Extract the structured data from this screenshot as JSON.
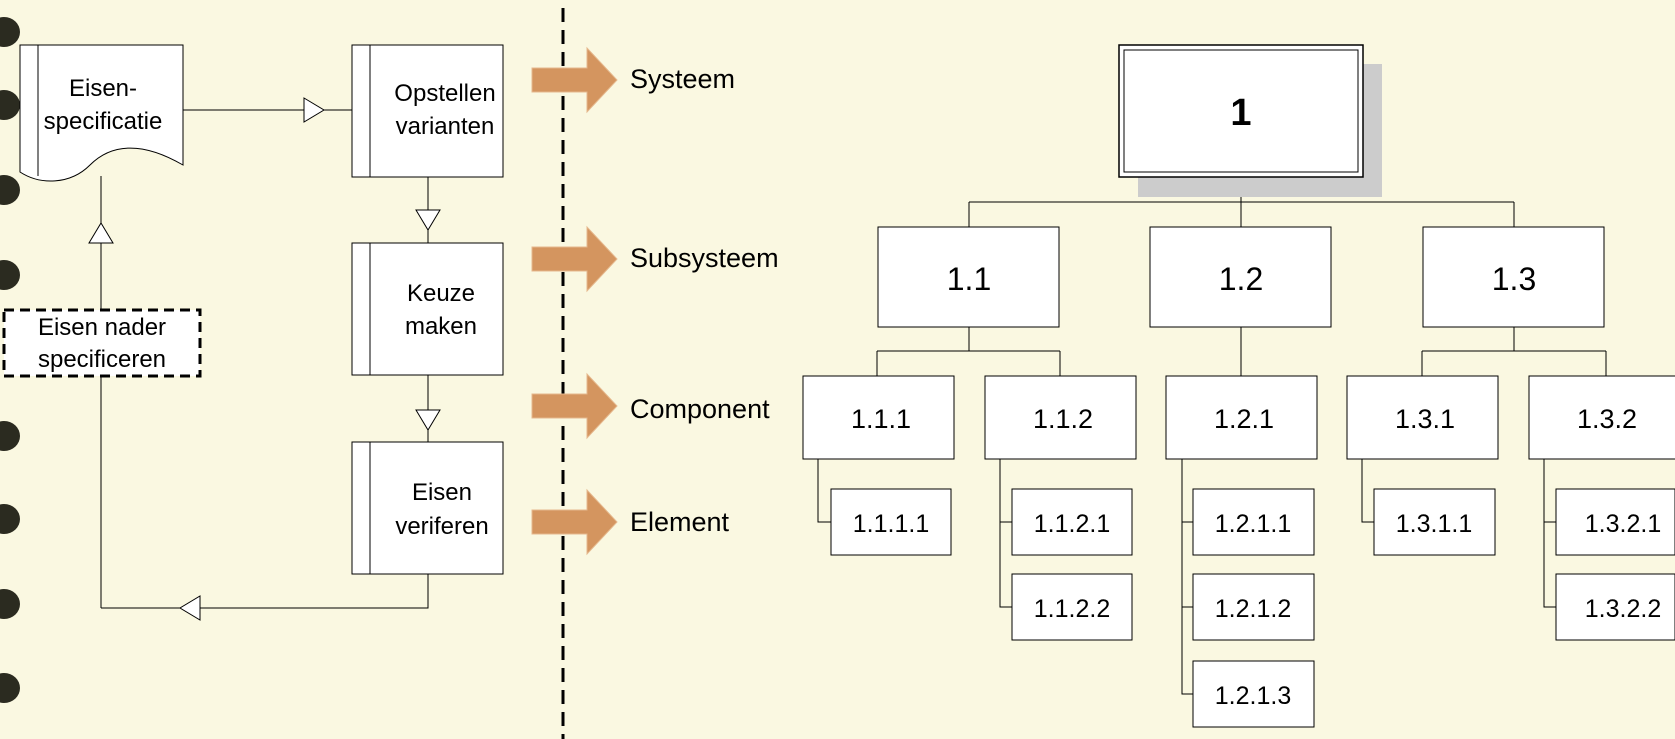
{
  "flow": {
    "document_label": [
      "Eisen-",
      "specificatie"
    ],
    "proc1": [
      "Opstellen",
      "varianten"
    ],
    "proc2": [
      "Keuze",
      "maken"
    ],
    "proc3": [
      "Eisen",
      "veriferen"
    ],
    "feedback": [
      "Eisen nader",
      "specificeren"
    ]
  },
  "levels": [
    "Systeem",
    "Subsysteem",
    "Component",
    "Element"
  ],
  "tree": {
    "root": "1",
    "subsystems": [
      "1.1",
      "1.2",
      "1.3"
    ],
    "components": [
      "1.1.1",
      "1.1.2",
      "1.2.1",
      "1.3.1",
      "1.3.2"
    ],
    "elements": [
      "1.1.1.1",
      "1.1.2.1",
      "1.1.2.2",
      "1.2.1.1",
      "1.2.1.2",
      "1.2.1.3",
      "1.3.1.1",
      "1.3.2.1",
      "1.3.2.2"
    ]
  },
  "colors": {
    "background": "#faf8e1",
    "arrow": "#d4955f",
    "shadow": "#cccccc"
  }
}
